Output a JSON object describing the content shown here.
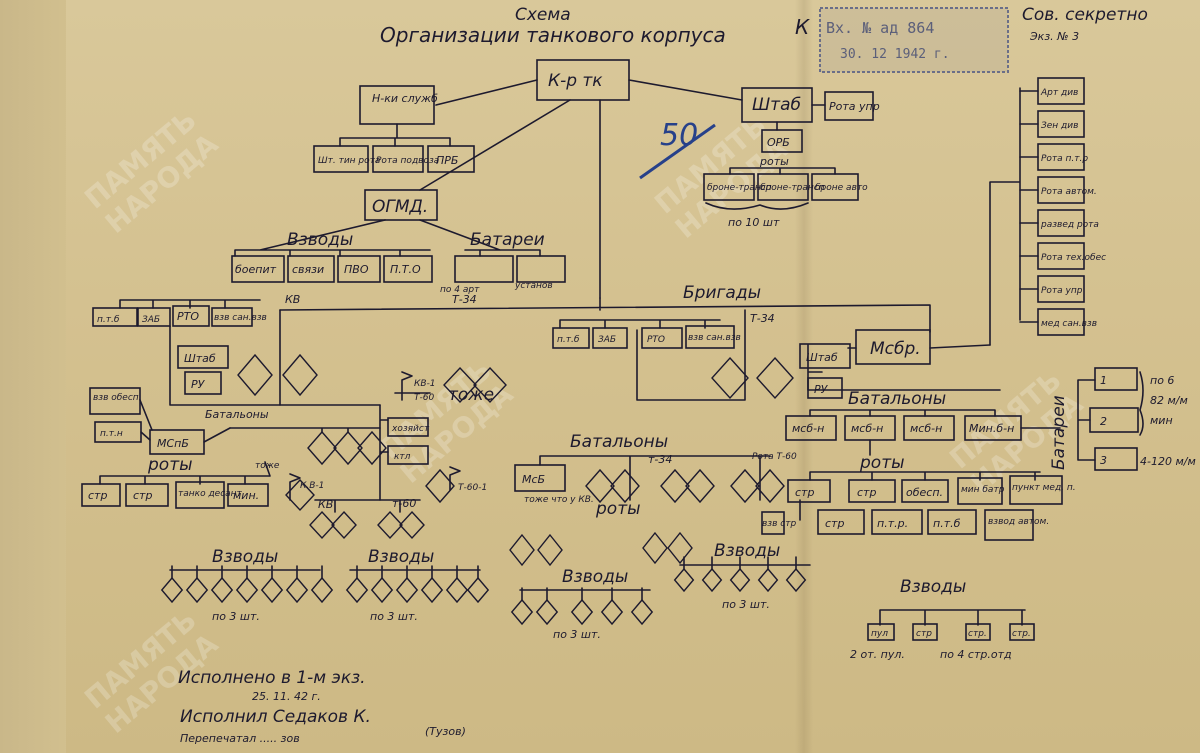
{
  "header": {
    "scheme": "Схема",
    "title": "Организации танкового корпуса",
    "title_k": "К",
    "secrecy": "Сов. секретно",
    "copy_no": "Экз. № 3",
    "blue_number": "50"
  },
  "stamp": {
    "line1": "Вх. № ад 864",
    "line2": "30. 12     1942 г."
  },
  "watermark": {
    "line1": "ПАМЯТЬ",
    "line2": "НАРОДА"
  },
  "hq": {
    "commander": "К-р тк",
    "service_chiefs": "Н-ки служб",
    "signal_company": "Шт. тин рота",
    "transport_company": "Рота подвоза",
    "repair_battalion": "ПРБ",
    "mcb": "ОГМД.",
    "platoons_label": "Взводы",
    "platoons": [
      "боепит",
      "связи",
      "ПВО",
      "П.Т.О"
    ],
    "batteries_label": "Батареи",
    "batteries": [
      "по 4 арт",
      "установ"
    ],
    "staff": "Штаб",
    "staff_company": "Рота упр",
    "recon_battalion": "ОРБ",
    "recon_companies_label": "роты",
    "recon_companies": [
      "броне-трансп",
      "броне-трансп",
      "броне авто"
    ],
    "recon_note": "по 10 шт"
  },
  "brigades": {
    "label": "Бригады",
    "kv": {
      "label": "КВ",
      "support": [
        "п.т.б",
        "ЗАБ",
        "РТО",
        "взв сан.взв"
      ],
      "staff": "Штаб",
      "ru": "РУ",
      "battalions": "Батальоны",
      "kv1": "КВ-1",
      "t60": "Т-60",
      "same": "тоже",
      "sub_units": [
        "хозяйст",
        "ктл"
      ],
      "med": "взв обесп.",
      "mtn": "п.т.н",
      "msb": "МСпБ",
      "companies_label": "роты",
      "same2": "тоже",
      "companies": [
        "стр",
        "стр",
        "танко десант",
        "мин."
      ],
      "kv1b": "К.В-1",
      "t601": "Т-60-1",
      "kv_sub": "КВ",
      "t60_sub": "т-60",
      "platoons_a": "Взводы",
      "platoons_b": "Взводы",
      "per_a": "по 3 шт.",
      "per_b": "по 3 шт."
    },
    "t34": {
      "label": "Т-34",
      "support": [
        "п.т.б",
        "ЗАБ",
        "РТО",
        "взв сан.взв"
      ],
      "t34_right": "Т-34",
      "battalions": "Батальоны",
      "msb": "МсБ",
      "same_kv": "тоже что у КВ.",
      "t34_sub": "т-34",
      "company_t60": "Рота Т-60",
      "companies_label": "роты",
      "platoons_a": "Взводы",
      "platoons_b": "Взводы",
      "per_a": "по 3 шт.",
      "per_b": "по 3 шт."
    },
    "mbr": {
      "label": "Мсбр.",
      "staff": "Штаб",
      "ru": "РУ",
      "battalions": "Батальоны",
      "battalion_list": [
        "мсб-н",
        "мсб-н",
        "мсб-н",
        "Мин.б-н"
      ],
      "companies_label": "роты",
      "companies_top": [
        "стр",
        "стр",
        "обесп.",
        "мин батр",
        "пункт мед. п."
      ],
      "companies_bottom": [
        "стр",
        "п.т.р.",
        "п.т.б",
        "взвод автом."
      ],
      "small_str": "взв стр",
      "platoons_label": "Взводы",
      "platoons": [
        "пул",
        "стр",
        "стр.",
        "стр."
      ],
      "platoon_note_a": "2 от. пул.",
      "platoon_note_b": "по 4 стр.отд"
    },
    "batteries": {
      "label": "Батареи",
      "items": [
        "1",
        "2",
        "3"
      ],
      "note1": "по 6",
      "note2": "82 м/м",
      "note3": "мин",
      "note4": "4-120 м/м"
    },
    "corps_units": [
      "Арт див",
      "Зен див",
      "Рота п.т.р",
      "Рота автом.",
      "развед рота",
      "Рота тех.обес",
      "Рота упр",
      "мед сан.взв"
    ]
  },
  "footer": {
    "line1": "Исполнено в 1-м экз.",
    "line2": "25. 11. 42 г.",
    "line3": "Исполнил Седаков К.",
    "line4": "Перепечатал ..... зов",
    "sign": "(Тузов)"
  }
}
